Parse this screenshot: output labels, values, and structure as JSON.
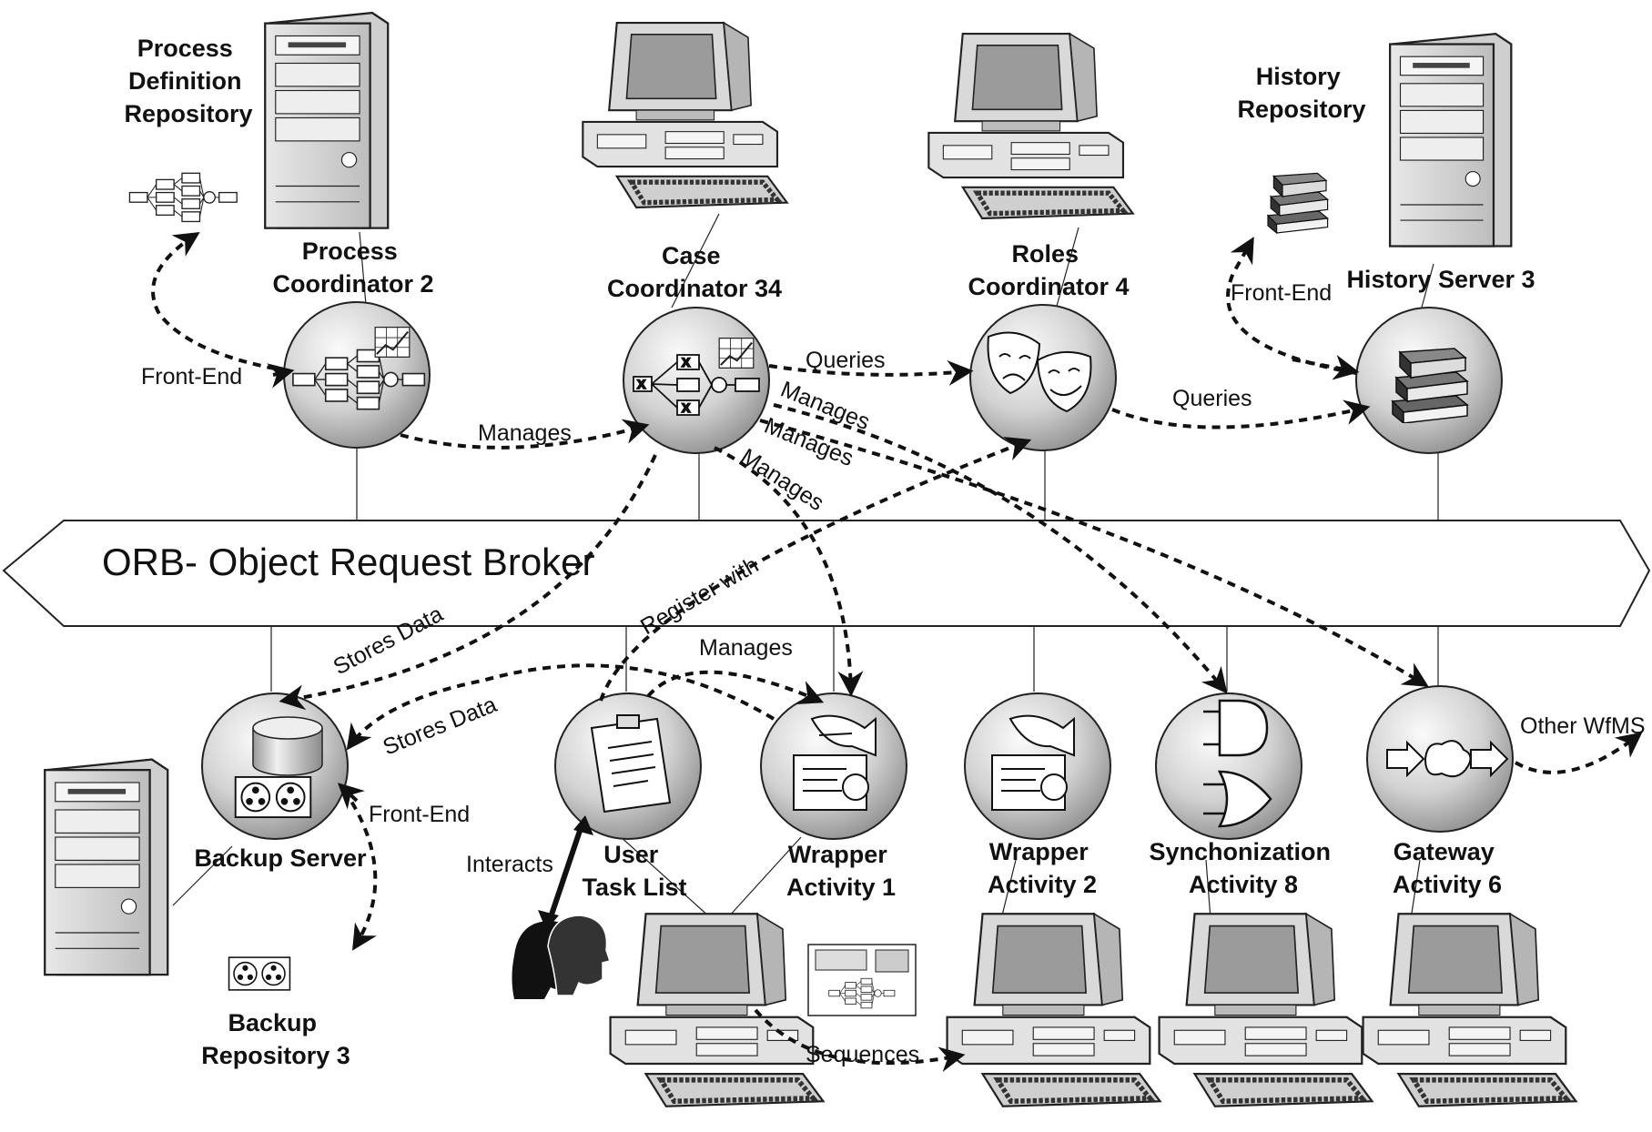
{
  "orb": {
    "label": "ORB- Object Request Broker"
  },
  "nodes": {
    "pdr": {
      "lines": [
        "Process",
        "Definition",
        "Repository"
      ]
    },
    "pc": {
      "lines": [
        "Process",
        "Coordinator 2"
      ]
    },
    "cc": {
      "lines": [
        "Case",
        "Coordinator 34"
      ]
    },
    "rc": {
      "lines": [
        "Roles",
        "Coordinator 4"
      ]
    },
    "hr": {
      "lines": [
        "History",
        "Repository"
      ]
    },
    "hs": {
      "lines": [
        "History Server 3"
      ]
    },
    "bs": {
      "lines": [
        "Backup Server"
      ]
    },
    "br": {
      "lines": [
        "Backup",
        "Repository 3"
      ]
    },
    "utl": {
      "lines": [
        "User",
        "Task List"
      ]
    },
    "wa1": {
      "lines": [
        "Wrapper",
        "Activity 1"
      ]
    },
    "wa2": {
      "lines": [
        "Wrapper",
        "Activity 2"
      ]
    },
    "sa8": {
      "lines": [
        "Synchonization",
        "Activity 8"
      ]
    },
    "ga6": {
      "lines": [
        "Gateway",
        "Activity 6"
      ]
    }
  },
  "edges": {
    "pc_frontend": "Front-End",
    "pc_manages": "Manages",
    "cc_queries": "Queries",
    "cc_manages_sync": "Manages",
    "cc_manages_gw": "Manages",
    "cc_manages_wa1": "Manages",
    "rc_queries": "Queries",
    "hs_frontend": "Front-End",
    "cc_stores": "Stores Data",
    "utl_register": "Register with",
    "wa1_stores": "Stores Data",
    "utl_manages": "Manages",
    "bs_frontend": "Front-End",
    "interacts": "Interacts",
    "sequences": "Sequences",
    "other_wfms": "Other WfMS"
  },
  "icons": [
    "server-tower-icon",
    "desktop-computer-icon",
    "database-cylinder-icon",
    "process-map-icon",
    "chart-icon",
    "theater-masks-icon",
    "books-icon",
    "tape-reels-icon",
    "clipboard-icon",
    "signing-hand-icon",
    "and-gate-icon",
    "or-gate-icon",
    "cloud-gateway-icon",
    "people-heads-icon"
  ],
  "colors": {
    "sphere_light": "#f4f4f4",
    "sphere_dark": "#9a9a9a",
    "ink": "#111111"
  }
}
